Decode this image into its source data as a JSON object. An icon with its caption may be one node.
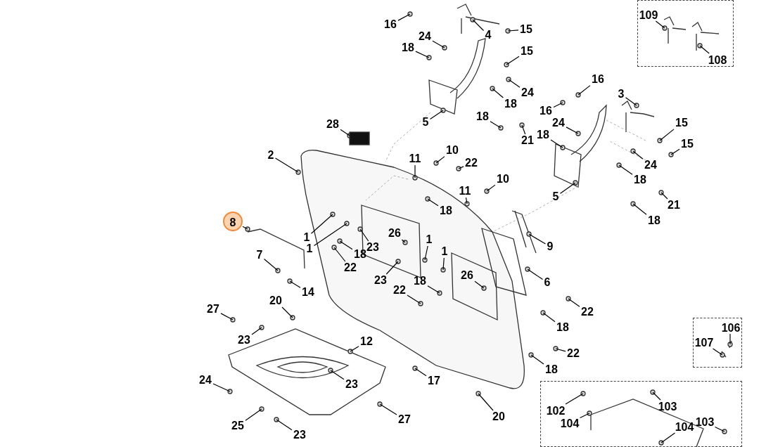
{
  "diagram": {
    "nodes": [
      {
        "text": [
          "16"
        ]
      },
      {
        "text": [
          "4"
        ]
      },
      {
        "text": [
          "24"
        ]
      },
      {
        "text": [
          "15"
        ]
      },
      {
        "text": [
          "18"
        ]
      },
      {
        "text": [
          "15"
        ]
      },
      {
        "text": [
          "24"
        ]
      },
      {
        "text": [
          "18"
        ]
      },
      {
        "text": [
          "5"
        ]
      },
      {
        "text": [
          "18"
        ]
      },
      {
        "text": [
          "16"
        ]
      },
      {
        "text": [
          "21"
        ]
      },
      {
        "text": [
          "16"
        ]
      },
      {
        "text": [
          "3"
        ]
      },
      {
        "text": [
          "24"
        ]
      },
      {
        "text": [
          "18"
        ]
      },
      {
        "text": [
          "15"
        ]
      },
      {
        "text": [
          "15"
        ]
      },
      {
        "text": [
          "24"
        ]
      },
      {
        "text": [
          "18"
        ]
      },
      {
        "text": [
          "21"
        ]
      },
      {
        "text": [
          "18"
        ]
      },
      {
        "text": [
          "5"
        ]
      },
      {
        "text": [],
        "shape": "box"
      },
      {
        "text": [
          "109"
        ],
        "in": 23
      },
      {
        "text": [
          "108"
        ],
        "in": 23
      },
      {
        "text": [
          "28"
        ]
      },
      {
        "text": [
          "2"
        ]
      },
      {
        "text": [
          "11"
        ]
      },
      {
        "text": [
          "10"
        ]
      },
      {
        "text": [
          "22"
        ]
      },
      {
        "text": [
          "11"
        ]
      },
      {
        "text": [
          "10"
        ]
      },
      {
        "text": [
          "18"
        ]
      },
      {
        "text": [
          "8"
        ]
      },
      {
        "text": [
          "1"
        ]
      },
      {
        "text": [
          "1"
        ]
      },
      {
        "text": [
          "26"
        ]
      },
      {
        "text": [
          "1"
        ]
      },
      {
        "text": [
          "1"
        ]
      },
      {
        "text": [
          "18"
        ]
      },
      {
        "text": [
          "23"
        ]
      },
      {
        "text": [
          "22"
        ]
      },
      {
        "text": [
          "7"
        ]
      },
      {
        "text": [
          "14"
        ]
      },
      {
        "text": [
          "23"
        ]
      },
      {
        "text": [
          "18"
        ]
      },
      {
        "text": [
          "22"
        ]
      },
      {
        "text": [
          "26"
        ]
      },
      {
        "text": [
          "9"
        ]
      },
      {
        "text": [
          "6"
        ]
      },
      {
        "text": [
          "22"
        ]
      },
      {
        "text": [
          "18"
        ]
      },
      {
        "text": [
          "22"
        ]
      },
      {
        "text": [
          "18"
        ]
      },
      {
        "text": [
          "20"
        ]
      },
      {
        "text": [
          "27"
        ]
      },
      {
        "text": [
          "23"
        ]
      },
      {
        "text": [
          "12"
        ]
      },
      {
        "text": [
          "17"
        ]
      },
      {
        "text": [
          "23"
        ]
      },
      {
        "text": [
          "24"
        ]
      },
      {
        "text": [
          "25"
        ]
      },
      {
        "text": [
          "23"
        ]
      },
      {
        "text": [
          "27"
        ]
      },
      {
        "text": [
          "20"
        ]
      },
      {
        "text": [],
        "shape": "box"
      },
      {
        "text": [
          "107"
        ],
        "in": 66
      },
      {
        "text": [
          "106"
        ],
        "in": 66
      },
      {
        "text": [],
        "shape": "box"
      },
      {
        "text": [
          "102"
        ],
        "in": 69
      },
      {
        "text": [
          "104"
        ],
        "in": 69
      },
      {
        "text": [
          "103"
        ],
        "in": 69
      },
      {
        "text": [
          "104"
        ],
        "in": 69
      },
      {
        "text": [
          "103"
        ],
        "in": 69
      }
    ],
    "edges": [
      {
        "from": 0,
        "to": null,
        "arrow": "none"
      },
      {
        "from": 1,
        "to": null,
        "arrow": "none"
      },
      {
        "from": 2,
        "to": null,
        "arrow": "none"
      },
      {
        "from": 3,
        "to": null,
        "arrow": "none"
      },
      {
        "from": 4,
        "to": null,
        "arrow": "none"
      },
      {
        "from": 5,
        "to": null,
        "arrow": "none"
      },
      {
        "from": 6,
        "to": null,
        "arrow": "none"
      },
      {
        "from": 7,
        "to": null,
        "arrow": "none"
      },
      {
        "from": 8,
        "to": null,
        "arrow": "none"
      },
      {
        "from": 9,
        "to": null,
        "arrow": "none"
      },
      {
        "from": 10,
        "to": null,
        "arrow": "none"
      },
      {
        "from": 11,
        "to": null,
        "arrow": "none"
      },
      {
        "from": 12,
        "to": null,
        "arrow": "none"
      },
      {
        "from": 13,
        "to": null,
        "arrow": "none"
      },
      {
        "from": 14,
        "to": null,
        "arrow": "none"
      },
      {
        "from": 15,
        "to": null,
        "arrow": "none"
      },
      {
        "from": 16,
        "to": null,
        "arrow": "none"
      },
      {
        "from": 17,
        "to": null,
        "arrow": "none"
      },
      {
        "from": 18,
        "to": null,
        "arrow": "none"
      },
      {
        "from": 19,
        "to": null,
        "arrow": "none"
      },
      {
        "from": 20,
        "to": null,
        "arrow": "none"
      },
      {
        "from": 21,
        "to": null,
        "arrow": "none"
      },
      {
        "from": 22,
        "to": null,
        "arrow": "none"
      },
      {
        "from": 24,
        "to": null,
        "arrow": "none"
      },
      {
        "from": 25,
        "to": null,
        "arrow": "none"
      },
      {
        "from": 26,
        "to": null,
        "arrow": "none"
      },
      {
        "from": 27,
        "to": null,
        "arrow": "none"
      },
      {
        "from": 28,
        "to": null,
        "arrow": "none"
      },
      {
        "from": 29,
        "to": null,
        "arrow": "none"
      },
      {
        "from": 30,
        "to": null,
        "arrow": "none"
      },
      {
        "from": 31,
        "to": null,
        "arrow": "none"
      },
      {
        "from": 32,
        "to": null,
        "arrow": "none"
      },
      {
        "from": 33,
        "to": null,
        "arrow": "none"
      },
      {
        "from": 34,
        "to": null,
        "arrow": "none"
      },
      {
        "from": 35,
        "to": null,
        "arrow": "none"
      },
      {
        "from": 36,
        "to": null,
        "arrow": "none"
      },
      {
        "from": 37,
        "to": null,
        "arrow": "none"
      },
      {
        "from": 38,
        "to": null,
        "arrow": "none"
      },
      {
        "from": 39,
        "to": null,
        "arrow": "none"
      },
      {
        "from": 40,
        "to": null,
        "arrow": "none"
      },
      {
        "from": 41,
        "to": null,
        "arrow": "none"
      },
      {
        "from": 42,
        "to": null,
        "arrow": "none"
      },
      {
        "from": 43,
        "to": null,
        "arrow": "none"
      },
      {
        "from": 44,
        "to": null,
        "arrow": "none"
      },
      {
        "from": 45,
        "to": null,
        "arrow": "none"
      },
      {
        "from": 46,
        "to": null,
        "arrow": "none"
      },
      {
        "from": 47,
        "to": null,
        "arrow": "none"
      },
      {
        "from": 48,
        "to": null,
        "arrow": "none"
      },
      {
        "from": 49,
        "to": null,
        "arrow": "none"
      },
      {
        "from": 50,
        "to": null,
        "arrow": "none"
      },
      {
        "from": 51,
        "to": null,
        "arrow": "none"
      },
      {
        "from": 52,
        "to": null,
        "arrow": "none"
      },
      {
        "from": 53,
        "to": null,
        "arrow": "none"
      },
      {
        "from": 54,
        "to": null,
        "arrow": "none"
      },
      {
        "from": 55,
        "to": null,
        "arrow": "none"
      },
      {
        "from": 56,
        "to": null,
        "arrow": "none"
      },
      {
        "from": 57,
        "to": null,
        "arrow": "none"
      },
      {
        "from": 58,
        "to": null,
        "arrow": "none"
      },
      {
        "from": 59,
        "to": null,
        "arrow": "none"
      },
      {
        "from": 60,
        "to": null,
        "arrow": "none"
      },
      {
        "from": 61,
        "to": null,
        "arrow": "none"
      },
      {
        "from": 62,
        "to": null,
        "arrow": "none"
      },
      {
        "from": 63,
        "to": null,
        "arrow": "none"
      },
      {
        "from": 64,
        "to": null,
        "arrow": "none"
      },
      {
        "from": 65,
        "to": null,
        "arrow": "none"
      },
      {
        "from": 67,
        "to": null,
        "arrow": "none"
      },
      {
        "from": 68,
        "to": null,
        "arrow": "none"
      },
      {
        "from": 70,
        "to": null,
        "arrow": "none"
      },
      {
        "from": 71,
        "to": null,
        "arrow": "none"
      },
      {
        "from": 72,
        "to": null,
        "arrow": "none"
      },
      {
        "from": 73,
        "to": null,
        "arrow": "none"
      },
      {
        "from": 74,
        "to": null,
        "arrow": "none"
      }
    ]
  }
}
